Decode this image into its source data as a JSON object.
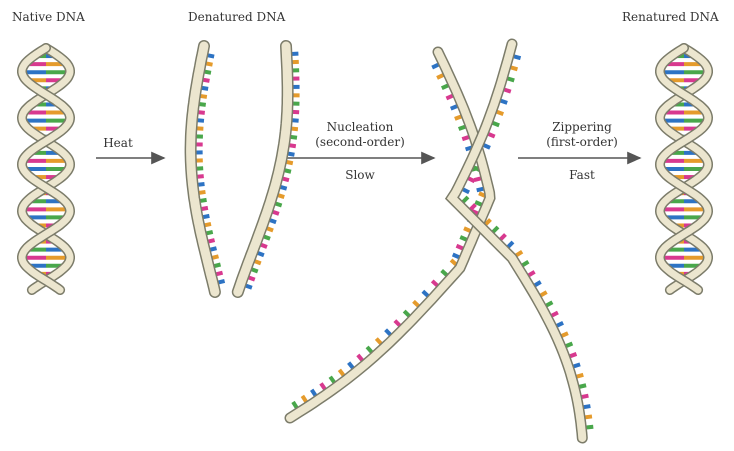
{
  "titles": {
    "native": "Native DNA",
    "denatured": "Denatured DNA",
    "renatured": "Renatured DNA"
  },
  "steps": {
    "heat": "Heat",
    "nucleation_line1": "Nucleation",
    "nucleation_line2": "(second-order)",
    "nucleation_rate": "Slow",
    "zippering_line1": "Zippering",
    "zippering_line2": "(first-order)",
    "zippering_rate": "Fast"
  },
  "colors": {
    "backbone_fill": "#ece6cf",
    "backbone_edge": "#7c7c6a",
    "arrow": "#555555",
    "bases": [
      "#d8398f",
      "#2d73c4",
      "#e59b2c",
      "#49a74b"
    ]
  }
}
